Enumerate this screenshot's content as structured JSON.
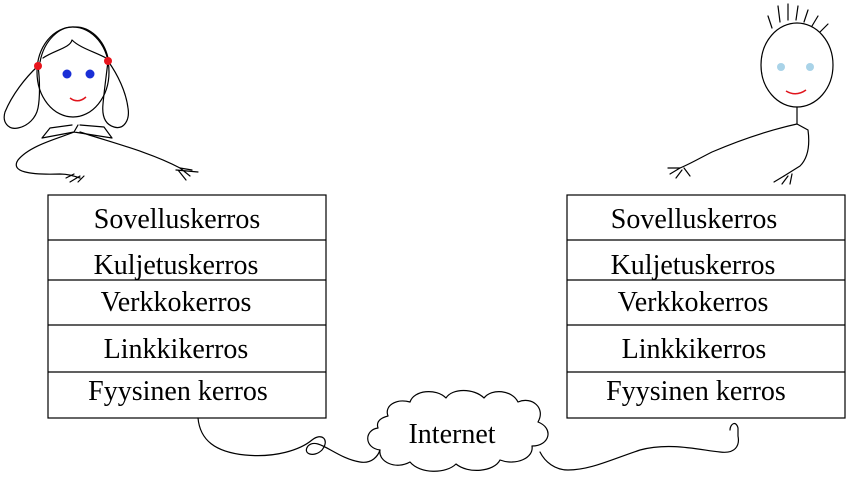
{
  "left_stack": {
    "layers": [
      {
        "label": "Sovelluskerros"
      },
      {
        "label": "Kuljetuskerros"
      },
      {
        "label": "Verkkokerros"
      },
      {
        "label": "Linkkikerros"
      },
      {
        "label": "Fyysinen kerros"
      }
    ]
  },
  "right_stack": {
    "layers": [
      {
        "label": "Sovelluskerros"
      },
      {
        "label": "Kuljetuskerros"
      },
      {
        "label": "Verkkokerros"
      },
      {
        "label": "Linkkikerros"
      },
      {
        "label": "Fyysinen kerros"
      }
    ]
  },
  "cloud": {
    "label": "Internet"
  },
  "colors": {
    "girl_eyes": "#1a2fd6",
    "girl_hair_ties": "#e8141c",
    "mouth": "#e0141c",
    "boy_eyes": "#a9d3e8"
  }
}
